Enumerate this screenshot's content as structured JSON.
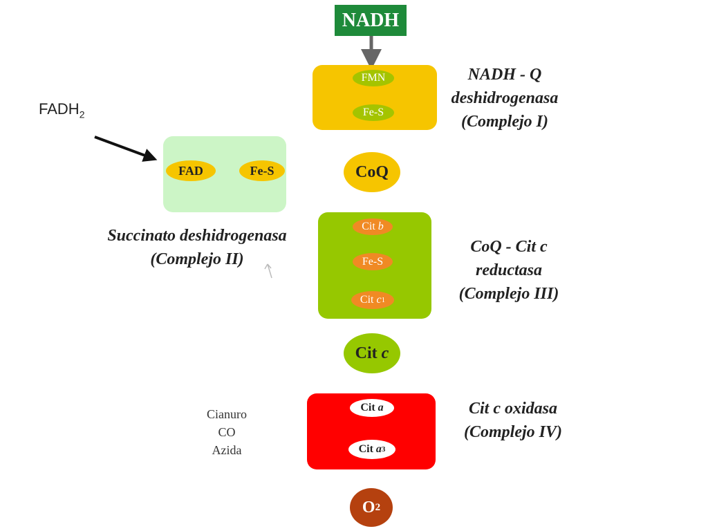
{
  "nadh": {
    "label": "NADH",
    "color": "#1e8a3a"
  },
  "fadh2": {
    "label": "FADH",
    "sub": "2"
  },
  "complex_i": {
    "color": "#f6c500",
    "pill_color": "#a4c400",
    "carriers": [
      "FMN",
      "Fe-S"
    ],
    "caption": [
      "NADH - Q",
      "deshidrogenasa",
      "(Complejo I)"
    ]
  },
  "complex_ii": {
    "color": "#ccf5c6",
    "pill_color": "#f6c500",
    "carriers": [
      "FAD",
      "Fe-S"
    ],
    "caption": [
      "Succinato deshidrogenasa",
      "(Complejo II)"
    ]
  },
  "coq": {
    "label": "CoQ",
    "color": "#f6c500"
  },
  "complex_iii": {
    "color": "#96c800",
    "pill_color": "#f08a24",
    "carrier_1": "Cit ",
    "carrier_1_italic": "b",
    "carrier_2": "Fe-S",
    "carrier_3": "Cit ",
    "carrier_3_italic": "c",
    "carrier_3_sub": "1",
    "caption": [
      "CoQ - Cit c",
      "reductasa",
      "(Complejo III)"
    ]
  },
  "cit_c": {
    "label": "Cit ",
    "italic": "c",
    "color": "#96c800"
  },
  "complex_iv": {
    "color": "#ff0000",
    "pill_color": "#ffffff",
    "carrier_1": "Cit ",
    "carrier_1_italic": "a",
    "carrier_2": "Cit ",
    "carrier_2_italic": "a",
    "carrier_2_sub": "3",
    "caption": [
      "Cit c oxidasa",
      "(Complejo IV)"
    ]
  },
  "inhibitors": [
    "Cianuro",
    "CO",
    "Azida"
  ],
  "o2": {
    "label": "O",
    "sub": "2",
    "color": "#b5410f"
  },
  "colors": {
    "flow_arrow": "#3a5fd6",
    "nadh_arrow": "#666666",
    "fadh_arrow": "#111111"
  }
}
